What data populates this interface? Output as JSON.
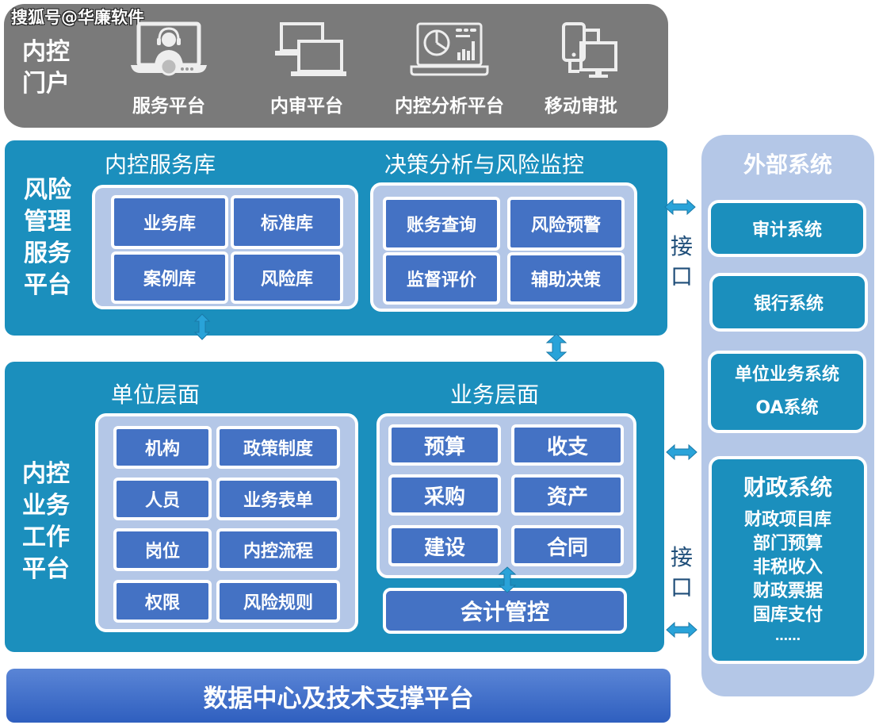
{
  "watermark": "搜狐号@华廉软件",
  "portal": {
    "title": "内控门户",
    "title_lines": [
      "内控",
      "门户"
    ],
    "items": [
      {
        "label": "服务平台",
        "icon": "customer-service-laptop-icon"
      },
      {
        "label": "内审平台",
        "icon": "dual-laptop-icon"
      },
      {
        "label": "内控分析平台",
        "icon": "analytics-laptop-icon"
      },
      {
        "label": "移动审批",
        "icon": "phone-monitor-icon"
      }
    ]
  },
  "risk_platform": {
    "title_lines": [
      "风险",
      "管理",
      "服务",
      "平台"
    ],
    "service_lib": {
      "title": "内控服务库",
      "cells": [
        "业务库",
        "标准库",
        "案例库",
        "风险库"
      ]
    },
    "decision": {
      "title": "决策分析与风险监控",
      "cells": [
        "账务查询",
        "风险预警",
        "监督评价",
        "辅助决策"
      ]
    }
  },
  "work_platform": {
    "title_lines": [
      "内控",
      "业务",
      "工作",
      "平台"
    ],
    "unit_level": {
      "title": "单位层面",
      "cells": [
        "机构",
        "政策制度",
        "人员",
        "业务表单",
        "岗位",
        "内控流程",
        "权限",
        "风险规则"
      ]
    },
    "business_level": {
      "title": "业务层面",
      "cells": [
        "预算",
        "收支",
        "采购",
        "资产",
        "建设",
        "合同"
      ],
      "accounting": "会计管控"
    }
  },
  "interface": {
    "label_lines": [
      "接",
      "口"
    ]
  },
  "external": {
    "title": "外部系统",
    "audit": "审计系统",
    "bank": "银行系统",
    "unit_business": [
      "单位业务系统",
      "OA系统"
    ],
    "finance": {
      "title": "财政系统",
      "items": [
        "财政项目库",
        "部门预算",
        "非税收入",
        "财政票据",
        "国库支付",
        "……"
      ]
    }
  },
  "data_center": "数据中心及技术支撑平台",
  "colors": {
    "portal_bg": "#7a7a7a",
    "panel_blue": "#1b8fbd",
    "cell_blue": "#4472c4",
    "light_blue": "#b4c7e7",
    "arrow_blue": "#29a3d9",
    "interface_text": "#1f4e79"
  }
}
